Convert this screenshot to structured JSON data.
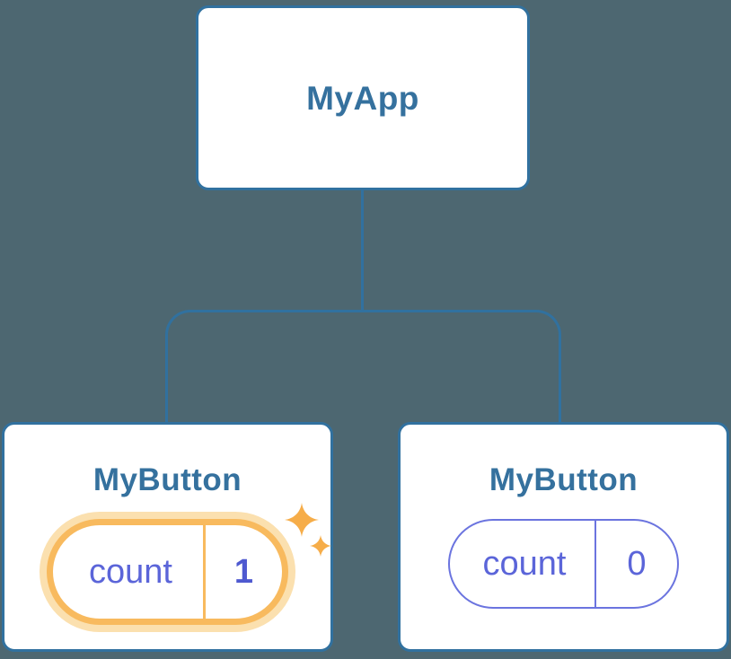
{
  "diagram": {
    "type": "component-tree",
    "background": "#4D6771"
  },
  "tree": {
    "root": {
      "label": "MyApp"
    },
    "children": [
      {
        "label": "MyButton",
        "state": {
          "key": "count",
          "value": "1"
        },
        "highlighted": true
      },
      {
        "label": "MyButton",
        "state": {
          "key": "count",
          "value": "0"
        },
        "highlighted": false
      }
    ]
  },
  "icons": {
    "sparkle_large": "sparkle-icon",
    "sparkle_small": "sparkle-icon"
  },
  "colors": {
    "background": "#4D6771",
    "connector_stroke": "#31719F",
    "node_background": "#FFFFFF",
    "node_label": "#35719E",
    "state_text": "#5B65D9",
    "state_value_bold": "#4E59D0",
    "state_pill_border": "#6B74DF",
    "highlight_ring": "#F8BA5E",
    "highlight_glow": "#FBE0AF",
    "sparkle": "#F6AD49"
  }
}
